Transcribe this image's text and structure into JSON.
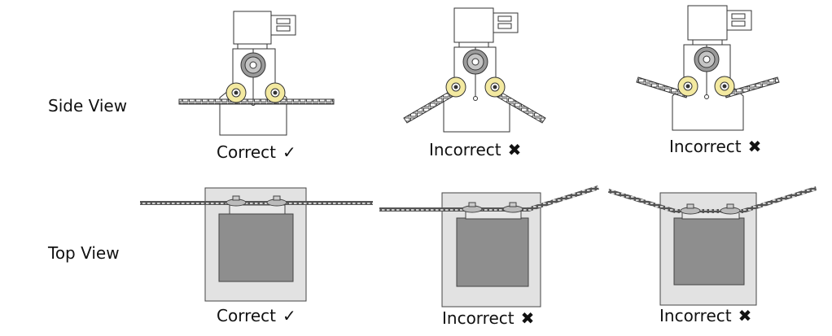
{
  "row_labels": {
    "side": "Side View",
    "top": "Top View"
  },
  "side_captions": [
    {
      "text": "Correct",
      "mark": "✓"
    },
    {
      "text": "Incorrect",
      "mark": "✖"
    },
    {
      "text": "Incorrect",
      "mark": "✖"
    }
  ],
  "top_captions": [
    {
      "text": "Correct",
      "mark": "✓"
    },
    {
      "text": "Incorrect",
      "mark": "✖"
    },
    {
      "text": "Incorrect",
      "mark": "✖"
    }
  ],
  "colors": {
    "roller": "#f3e9a0",
    "sprocket": "#9a9a9a",
    "housing_light": "#e2e2e2",
    "housing_dark": "#8e8e8e",
    "outline": "#333333"
  }
}
